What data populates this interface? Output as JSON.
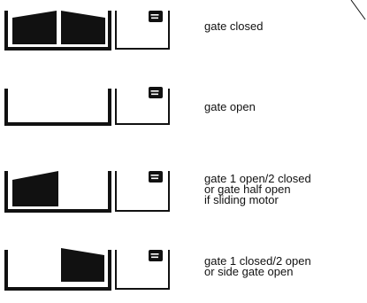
{
  "legend": {
    "rows": [
      {
        "id": "closed",
        "label": "gate closed"
      },
      {
        "id": "open",
        "label": "gate open"
      },
      {
        "id": "half",
        "label": "gate 1 open/2 closed\nor gate half open\nif sliding motor"
      },
      {
        "id": "side",
        "label": "gate 1 closed/2 open\nor side gate open"
      }
    ]
  }
}
